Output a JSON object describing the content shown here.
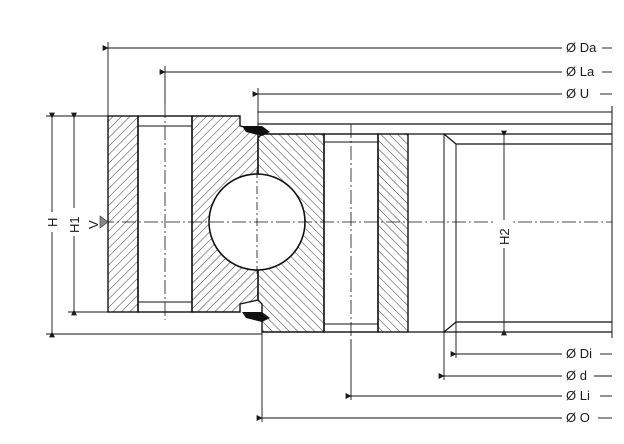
{
  "diameters": {
    "Da": "Ø Da",
    "La": "Ø La",
    "U": "Ø U",
    "Di": "Ø Di",
    "d": "Ø d",
    "Li": "Ø Li",
    "O": "Ø O"
  },
  "heights": {
    "H": "H",
    "H1": "H1",
    "H2": "H2"
  },
  "marker": "V"
}
